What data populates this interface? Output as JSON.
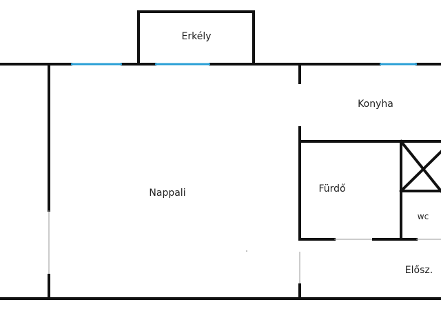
{
  "rooms": {
    "erkely": "Erkély",
    "konyha": "Konyha",
    "nappali": "Nappali",
    "furdo": "Fürdő",
    "wc": "wc",
    "elosz": "Elősz."
  },
  "colors": {
    "wall": "#111111",
    "window": "#2a9fd6",
    "opening": "#9a9a9a",
    "background": "#ffffff"
  }
}
